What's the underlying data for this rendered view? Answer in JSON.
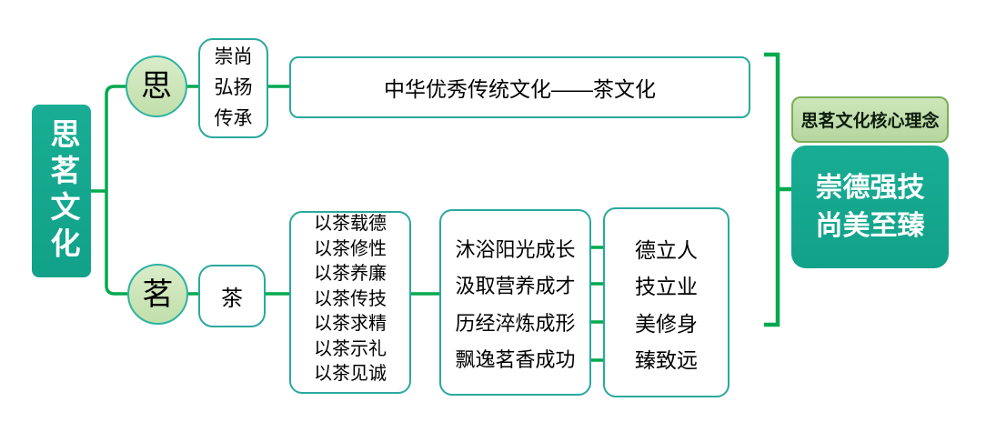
{
  "colors": {
    "teal_fill": "#14a38c",
    "teal_border": "#2aa99d",
    "connector_green": "#00a94e",
    "node_fill_light_green": "#cde6ba",
    "label_fill": "#c2dfa9",
    "label_border": "#79ae58",
    "text_white": "#ffffff",
    "text_black": "#000000"
  },
  "diagram": {
    "root": {
      "label": "思茗文化"
    },
    "si": {
      "node_label": "思",
      "sub_lines": [
        "崇尚",
        "弘扬",
        "传承"
      ],
      "leaf": "中华优秀传统文化——茶文化"
    },
    "ming": {
      "node_label": "茗",
      "sub_label": "茶",
      "principles": [
        "以茶载德",
        "以茶修性",
        "以茶养廉",
        "以茶传技",
        "以茶求精",
        "以茶示礼",
        "以茶见诚"
      ],
      "growth_stages": [
        "沐浴阳光成长",
        "汲取营养成才",
        "历经淬炼成形",
        "飘逸茗香成功"
      ],
      "outcomes": [
        "德立人",
        "技立业",
        "美修身",
        "臻致远"
      ]
    },
    "core": {
      "title": "思茗文化核心理念",
      "motto_lines": [
        "崇德强技",
        "尚美至臻"
      ]
    }
  }
}
